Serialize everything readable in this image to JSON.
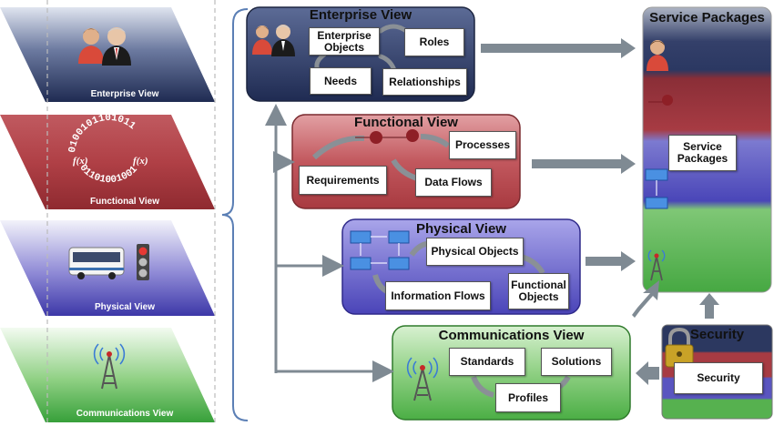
{
  "left_layers": [
    {
      "label": "Enterprise View",
      "color": "#24325a"
    },
    {
      "label": "Functional View",
      "color": "#a8343a"
    },
    {
      "label": "Physical View",
      "color": "#4b47b6"
    },
    {
      "label": "Communications View",
      "color": "#3ea13a"
    }
  ],
  "functional_icon": {
    "binary_top": "0100101101011",
    "binary_bottom": "01101001001",
    "fx": "f(x)"
  },
  "enterprise_view": {
    "title": "Enterprise View",
    "objects": "Enterprise Objects",
    "roles": "Roles",
    "needs": "Needs",
    "relationships": "Relationships"
  },
  "functional_view": {
    "title": "Functional View",
    "processes": "Processes",
    "requirements": "Requirements",
    "data_flows": "Data Flows"
  },
  "physical_view": {
    "title": "Physical View",
    "physical_objects": "Physical Objects",
    "information_flows": "Information Flows",
    "functional_objects": "Functional Objects"
  },
  "communications_view": {
    "title": "Communications View",
    "standards": "Standards",
    "solutions": "Solutions",
    "profiles": "Profiles"
  },
  "service_packages": {
    "title": "Service Packages",
    "box": "Service Packages"
  },
  "security": {
    "title": "Security",
    "box": "Security"
  },
  "colors": {
    "enterprise": "#24325a",
    "functional": "#a8343a",
    "physical": "#4b47b6",
    "communications": "#3ea13a",
    "arrow": "#7f8a93",
    "brace": "#5b7fb5"
  }
}
